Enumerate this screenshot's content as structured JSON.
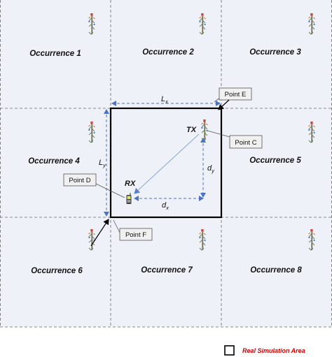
{
  "colors": {
    "cell_fill": "#eef1f8",
    "grid_line": "#6a6a6a",
    "real_area_border": "#000000",
    "dimension_line": "#4a73c8",
    "link_line": "#8aa3d8",
    "legend_text": "#cc0000",
    "callout_fill": "#f0f0f0"
  },
  "occurrences": [
    {
      "id": 1,
      "label": "Occurrence 1"
    },
    {
      "id": 2,
      "label": "Occurrence 2"
    },
    {
      "id": 3,
      "label": "Occurrence 3"
    },
    {
      "id": 4,
      "label": "Occurrence 4"
    },
    {
      "id": 5,
      "label": "Occurrence 5"
    },
    {
      "id": 6,
      "label": "Occurrence 6"
    },
    {
      "id": 7,
      "label": "Occurrence 7"
    },
    {
      "id": 8,
      "label": "Occurrence 8"
    }
  ],
  "points": {
    "c": "Point C",
    "d": "Point D",
    "e": "Point E",
    "f": "Point F"
  },
  "nodes": {
    "tx": "TX",
    "rx": "RX"
  },
  "dimensions": {
    "lx_main": "L",
    "lx_sub": "x",
    "ly_main": "L",
    "ly_sub": "y",
    "dx_main": "d",
    "dx_sub": "x",
    "dy_main": "d",
    "dy_sub": "y"
  },
  "legend": {
    "label": "Real Simulation Area"
  },
  "icons": {
    "transmitter": "cell-tower-icon",
    "receiver": "mobile-phone-icon"
  }
}
